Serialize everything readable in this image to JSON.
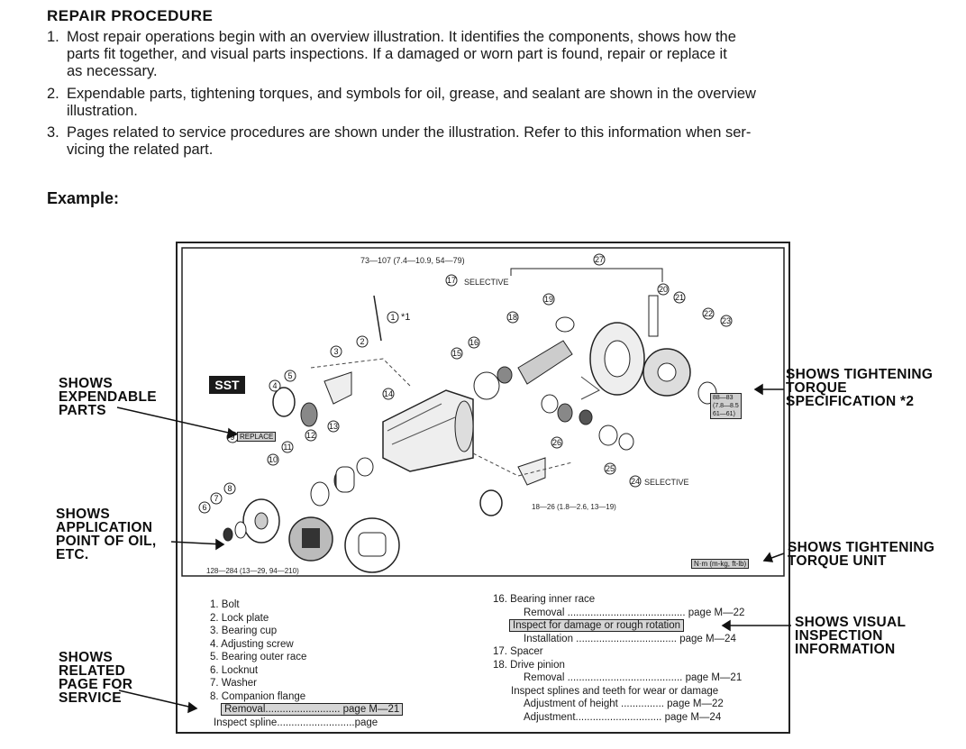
{
  "heading": "REPAIR PROCEDURE",
  "steps": [
    {
      "num": "1.",
      "text": "Most repair operations begin with an overview illustration. It identifies the components, shows how the",
      "cont": [
        "parts fit together, and visual parts inspections. If a damaged or worn part is found, repair or replace it",
        "as necessary."
      ]
    },
    {
      "num": "2.",
      "text": "Expendable parts, tightening torques, and symbols for oil, grease, and sealant are shown in the overview",
      "cont": [
        "illustration."
      ]
    },
    {
      "num": "3.",
      "text": "Pages related to service procedures are shown under the illustration. Refer to this information when ser-",
      "cont": [
        "vicing the related part."
      ]
    }
  ],
  "example_label": "Example:",
  "callouts": {
    "expendable": [
      "SHOWS",
      "EXPENDABLE",
      "PARTS"
    ],
    "oil": [
      "SHOWS",
      "APPLICATION",
      "POINT OF OIL,",
      "ETC."
    ],
    "related": [
      "SHOWS",
      "RELATED",
      "PAGE FOR",
      "SERVICE"
    ],
    "torque_spec": [
      "SHOWS TIGHTENING",
      "TORQUE",
      "SPECIFICATION *2"
    ],
    "torque_unit": [
      "SHOWS TIGHTENING",
      "TORQUE UNIT"
    ],
    "visual": [
      "SHOWS VISUAL",
      "INSPECTION",
      "INFORMATION"
    ]
  },
  "figure": {
    "sst": "SST",
    "replace_tag": "REPLACE",
    "selective": "SELECTIVE",
    "torque_top": "73—107 (7.4—10.9, 54—79)",
    "torque_bottom": "18—26 (1.8—2.6, 13—19)",
    "torque_flange": "128—284 (13—29, 94—210)",
    "asterisk_1": "*1",
    "unit_box": "N·m (m-kg, ft-lb)",
    "spec_box": [
      "88—83",
      "(7.8—8.5",
      "61—61)"
    ]
  },
  "parts_left": [
    "1. Bolt",
    "2. Lock plate",
    "3. Bearing cup",
    "4. Adjusting screw",
    "5. Bearing outer race",
    "6. Locknut",
    "7. Washer",
    "8. Companion flange"
  ],
  "parts_left_removal": "Removal.......................... page M—21",
  "parts_left_cut": "Inspect spline...........................page",
  "parts_right": {
    "p16": "16. Bearing inner race",
    "p16_removal": "Removal ......................................... page M—22",
    "p16_inspect": "Inspect for damage or rough rotation",
    "p16_install": "Installation ................................... page M—24",
    "p17": "17. Spacer",
    "p18": "18. Drive pinion",
    "p18_removal": "Removal ........................................ page M—21",
    "p18_inspect": "Inspect splines and teeth for wear or damage",
    "p18_adjust": "Adjustment of height ............... page M—22",
    "p18_cut": "Adjustment.............................. page M—24"
  }
}
